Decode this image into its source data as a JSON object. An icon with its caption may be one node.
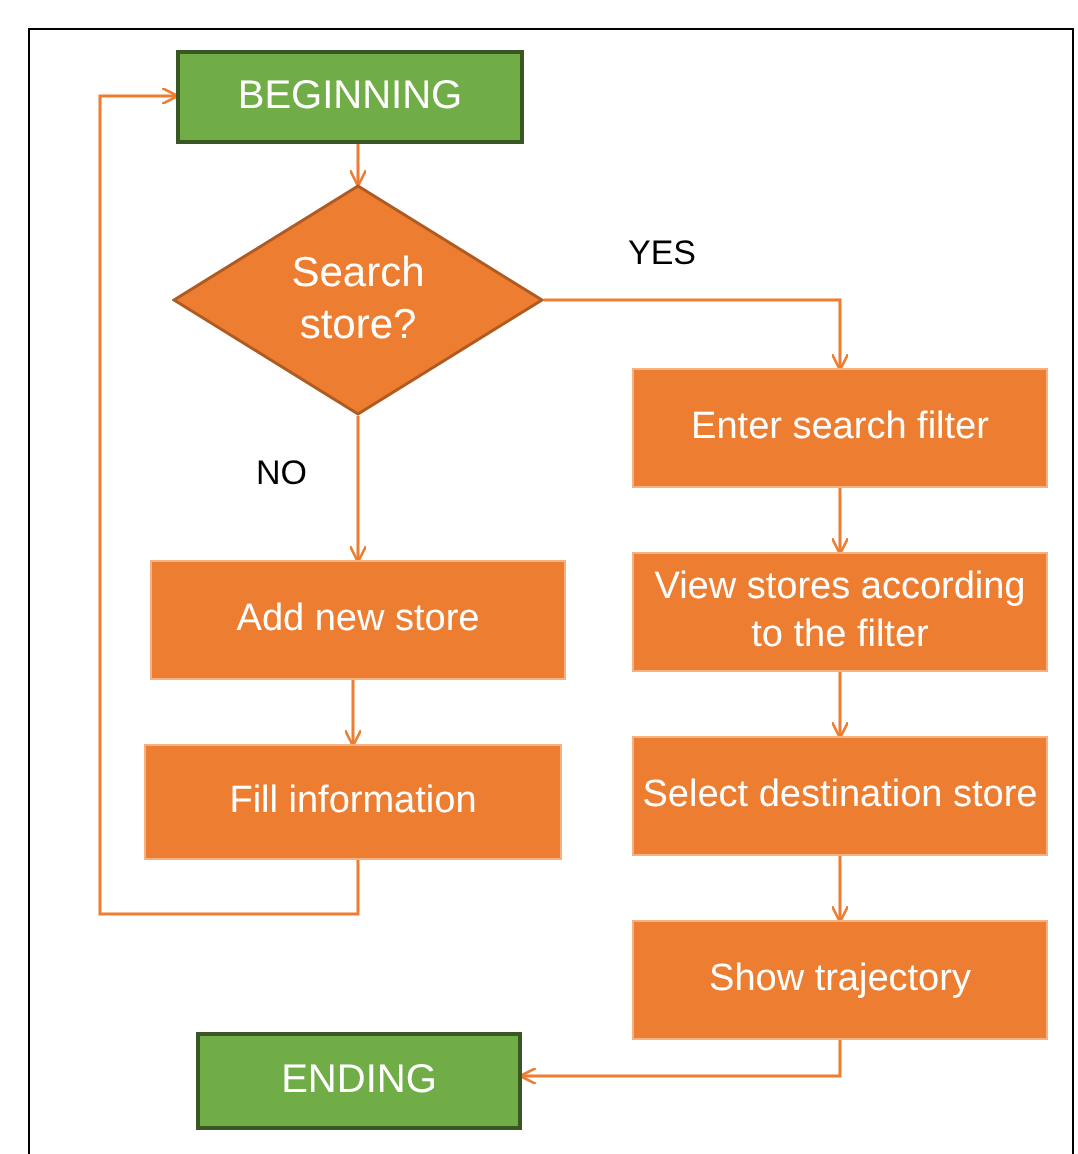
{
  "diagram": {
    "nodes": [
      {
        "text": [
          "BEGINNING"
        ]
      },
      {
        "text": [
          "Search store?"
        ]
      },
      {
        "text": [
          "Enter search filter"
        ]
      },
      {
        "text": [
          "Add new store"
        ]
      },
      {
        "text": [
          "View stores according to the filter"
        ]
      },
      {
        "text": [
          "Fill information"
        ]
      },
      {
        "text": [
          "Select destination store"
        ]
      },
      {
        "text": [
          "Show trajectory"
        ]
      },
      {
        "text": [
          "ENDING"
        ]
      }
    ],
    "edges": [
      {
        "from": 0,
        "to": 1,
        "arrow": "to"
      },
      {
        "from": 1,
        "to": 2,
        "arrow": "to",
        "label": "YES"
      },
      {
        "from": 1,
        "to": 3,
        "arrow": "to",
        "label": "NO"
      },
      {
        "from": 3,
        "to": 5,
        "arrow": "to"
      },
      {
        "from": 2,
        "to": 4,
        "arrow": "to"
      },
      {
        "from": 4,
        "to": 6,
        "arrow": "to"
      },
      {
        "from": 6,
        "to": 7,
        "arrow": "to"
      },
      {
        "from": 7,
        "to": 8,
        "arrow": "to"
      },
      {
        "from": 5,
        "to": 0,
        "arrow": "to"
      }
    ]
  }
}
